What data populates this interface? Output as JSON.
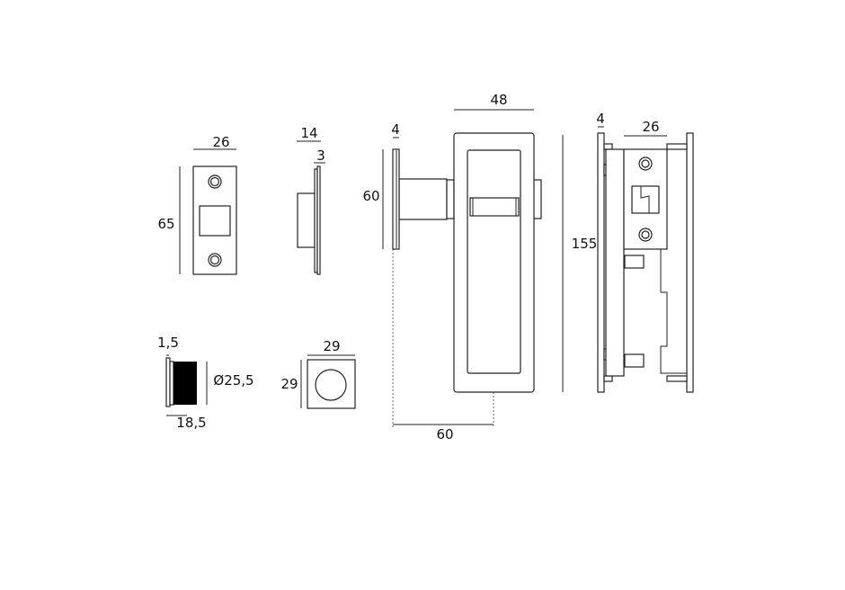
{
  "strike_plate": {
    "width_label": "26",
    "height_label": "65"
  },
  "strike_side": {
    "depth_label": "14",
    "thickness_label": "3"
  },
  "handle_side": {
    "thickness_label": "4",
    "height_label": "60",
    "offset_label": "60"
  },
  "flush_pull": {
    "width_label": "48"
  },
  "lock_body": {
    "height_label": "155",
    "thickness_label": "4",
    "faceplate_width_label": "26"
  },
  "cylinder": {
    "flange_label": "1,5",
    "diameter_label": "Ø25,5",
    "length_label": "18,5"
  },
  "rosette": {
    "width_label": "29",
    "height_label": "29"
  }
}
